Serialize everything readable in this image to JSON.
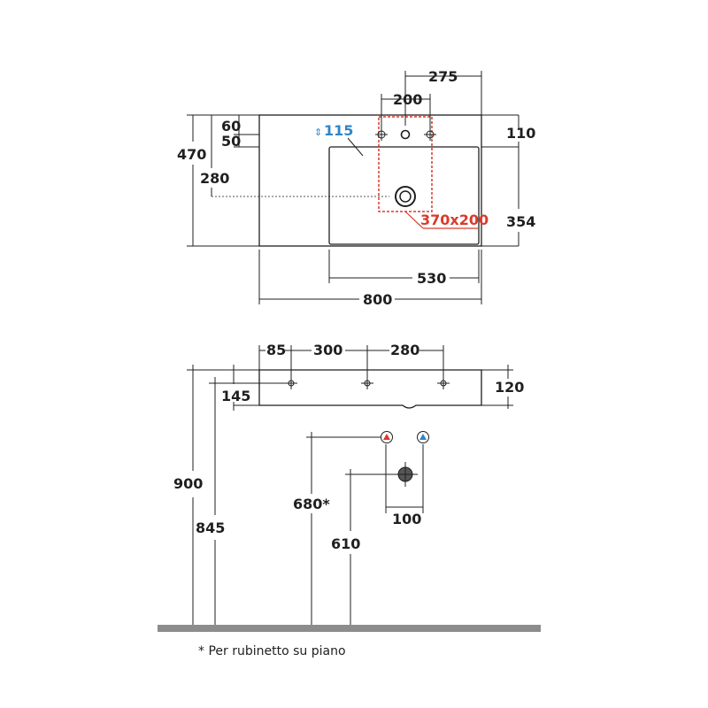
{
  "plan_view": {
    "width_total": "800",
    "bowl_width": "530",
    "depth_total": "470",
    "front_depth": "354",
    "back_band": "110",
    "hole_offset_60": "60",
    "hole_offset_50": "50",
    "drain_offset": "280",
    "tap_span": "200",
    "tap_to_edge": "275",
    "tap_zone": "370x200",
    "bowl_depth": "115"
  },
  "front_view": {
    "hole_85": "85",
    "hole_300": "300",
    "hole_280": "280",
    "thickness": "120",
    "rim_145": "145",
    "height_900": "900",
    "height_845": "845",
    "tap_height": "680*",
    "drain_height": "610",
    "supply_spacing": "100"
  },
  "footnote": "* Per rubinetto su piano",
  "colors": {
    "line": "#1f1f1f",
    "hot": "#d93a2b",
    "cold": "#2e86c9",
    "floor": "#8c8c8c",
    "zone": "#d93a2b"
  }
}
